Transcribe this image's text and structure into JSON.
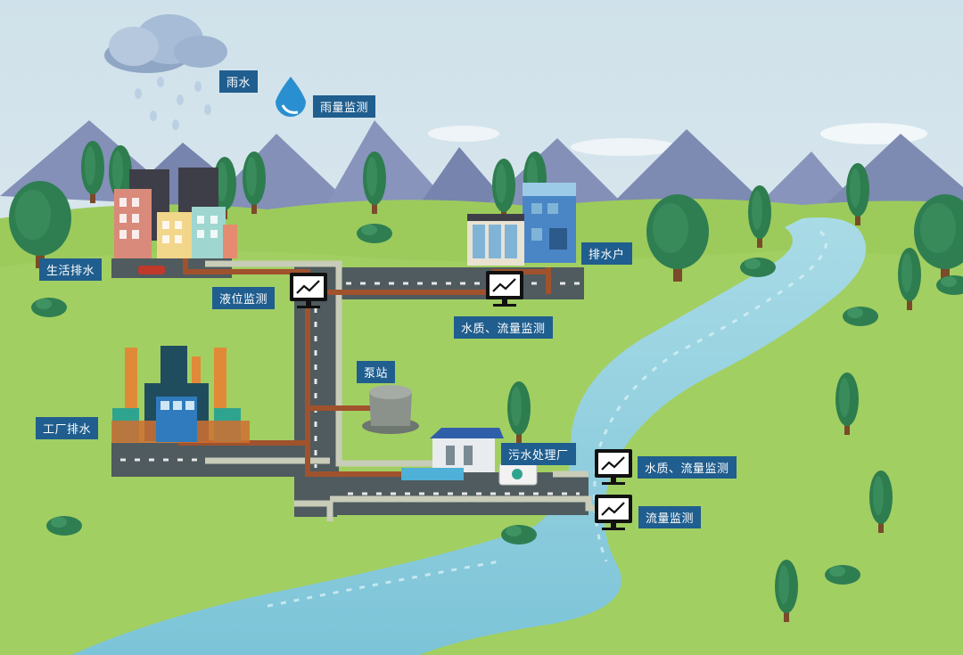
{
  "labels": {
    "rain": "雨水",
    "rain_monitor": "雨量监测",
    "domestic_drain": "生活排水",
    "level_monitor": "液位监测",
    "household": "排水户",
    "quality_flow_1": "水质、流量监测",
    "pump_station": "泵站",
    "factory_drain": "工厂排水",
    "sewage_plant": "污水处理厂",
    "quality_flow_2": "水质、流量监测",
    "flow_monitor": "流量监测"
  },
  "colors": {
    "sky": "#dfeaf0",
    "grass": "#9ccb5c",
    "river": "#8fd0e0",
    "mountain": "#8490b8",
    "road": "#4f5b5e",
    "sewer_pipe": "#a0522d",
    "rain_pipe": "#c9ccb8",
    "label_bg": "#1f5e8e"
  },
  "icons": [
    "cloud-icon",
    "raindrop-icon",
    "monitor-icon",
    "tree-icon"
  ]
}
